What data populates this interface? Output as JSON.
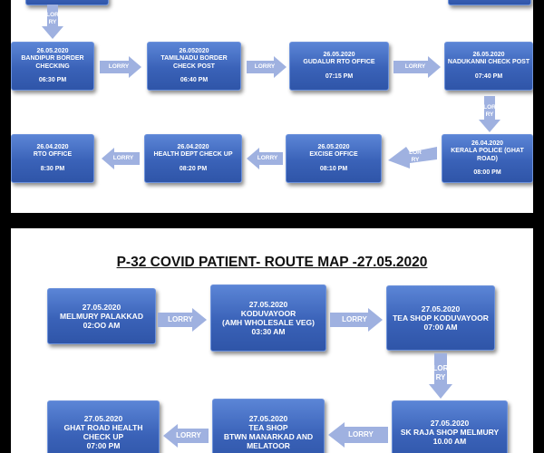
{
  "top_panel": {
    "row1": [
      {
        "date": "26.05.2020",
        "place_lines": [
          "BANDIPUR BORDER",
          "CHECKING"
        ],
        "time": "06:30 PM"
      },
      {
        "date": "26.052020",
        "place_lines": [
          "TAMILNADU BORDER",
          "CHECK POST"
        ],
        "time": "06:40 PM"
      },
      {
        "date": "26.05.2020",
        "place_lines": [
          "GUDALUR RTO OFFICE"
        ],
        "time": "07:15 PM"
      },
      {
        "date": "26.05.2020",
        "place_lines": [
          "NADUKANNI CHECK POST"
        ],
        "time": "07:40 PM"
      }
    ],
    "row2": [
      {
        "date": "26.04.2020",
        "place_lines": [
          "RTO OFFICE"
        ],
        "time": "8:30 PM"
      },
      {
        "date": "26.04.2020",
        "place_lines": [
          "HEALTH DEPT CHECK UP"
        ],
        "time": "08:20 PM"
      },
      {
        "date": "26.05.2020",
        "place_lines": [
          "EXCISE OFFICE"
        ],
        "time": "08:10 PM"
      },
      {
        "date": "26.04.2020",
        "place_lines": [
          "KERALA POLICE (GHAT",
          "ROAD)"
        ],
        "time": "08:00 PM"
      }
    ],
    "arrow_label": "LORRY",
    "arrow_label_split": [
      "LOR",
      "RY"
    ]
  },
  "bottom_panel": {
    "title": "P-32  COVID PATIENT- ROUTE MAP -27.05.2020",
    "row1": [
      {
        "date": "27.05.2020",
        "place_lines": [
          "MELMURY PALAKKAD"
        ],
        "time": "02:OO AM"
      },
      {
        "date": "27.05.2020",
        "place_lines": [
          "KODUVAYOOR",
          "(AMH WHOLESALE VEG)"
        ],
        "time": "03:30 AM"
      },
      {
        "date": "27.05.2020",
        "place_lines": [
          "TEA SHOP KODUVAYOOR"
        ],
        "time": "07:00 AM"
      }
    ],
    "row2": [
      {
        "date": "27.05.2020",
        "place_lines": [
          "GHAT ROAD HEALTH",
          "CHECK UP"
        ],
        "time": "07:00 PM"
      },
      {
        "date": "27.05.2020",
        "place_lines": [
          "TEA SHOP",
          "BTWN MANARKAD AND",
          "MELATOOR"
        ],
        "time": ""
      },
      {
        "date": "27.05.2020",
        "place_lines": [
          "SK RAJA SHOP MELMURY"
        ],
        "time": "10.00 AM"
      }
    ],
    "arrow_label": "LORRY",
    "arrow_label_split": [
      "LOR",
      "RY"
    ]
  },
  "colors": {
    "box_top": "#5b85d6",
    "box_bottom": "#2f55a8",
    "arrow_fill": "#9fb1e0",
    "background": "#000000",
    "panel": "#ffffff"
  }
}
